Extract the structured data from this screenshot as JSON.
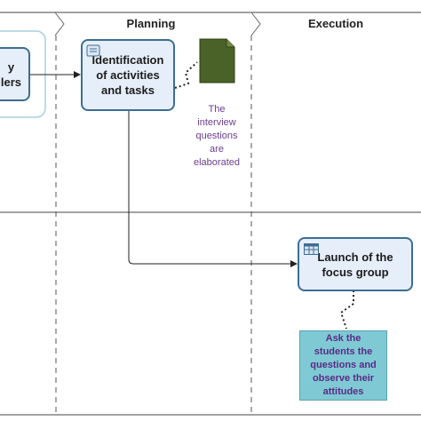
{
  "lanes": {
    "planning": "Planning",
    "execution": "Execution"
  },
  "tasks": {
    "left_partial": "y\nlers",
    "identification": "Identification\nof activities\nand tasks",
    "launch": "Launch of the\nfocus group"
  },
  "annotations": {
    "questions": "The\ninterview\nquestions\nare\nelaborated",
    "observe": "Ask the\nstudents the\nquestions and\nobserve their\nattitudes"
  },
  "icons": {
    "identification_task": "script-task-icon",
    "launch_task": "table-task-icon",
    "data_object": "data-object-document-icon"
  },
  "colors": {
    "task_fill": "#e6eefa",
    "task_border": "#3c6e94",
    "document_fill": "#4a6228",
    "annotation_text": "#6a3f8e",
    "note_fill": "#7fc9d4"
  }
}
